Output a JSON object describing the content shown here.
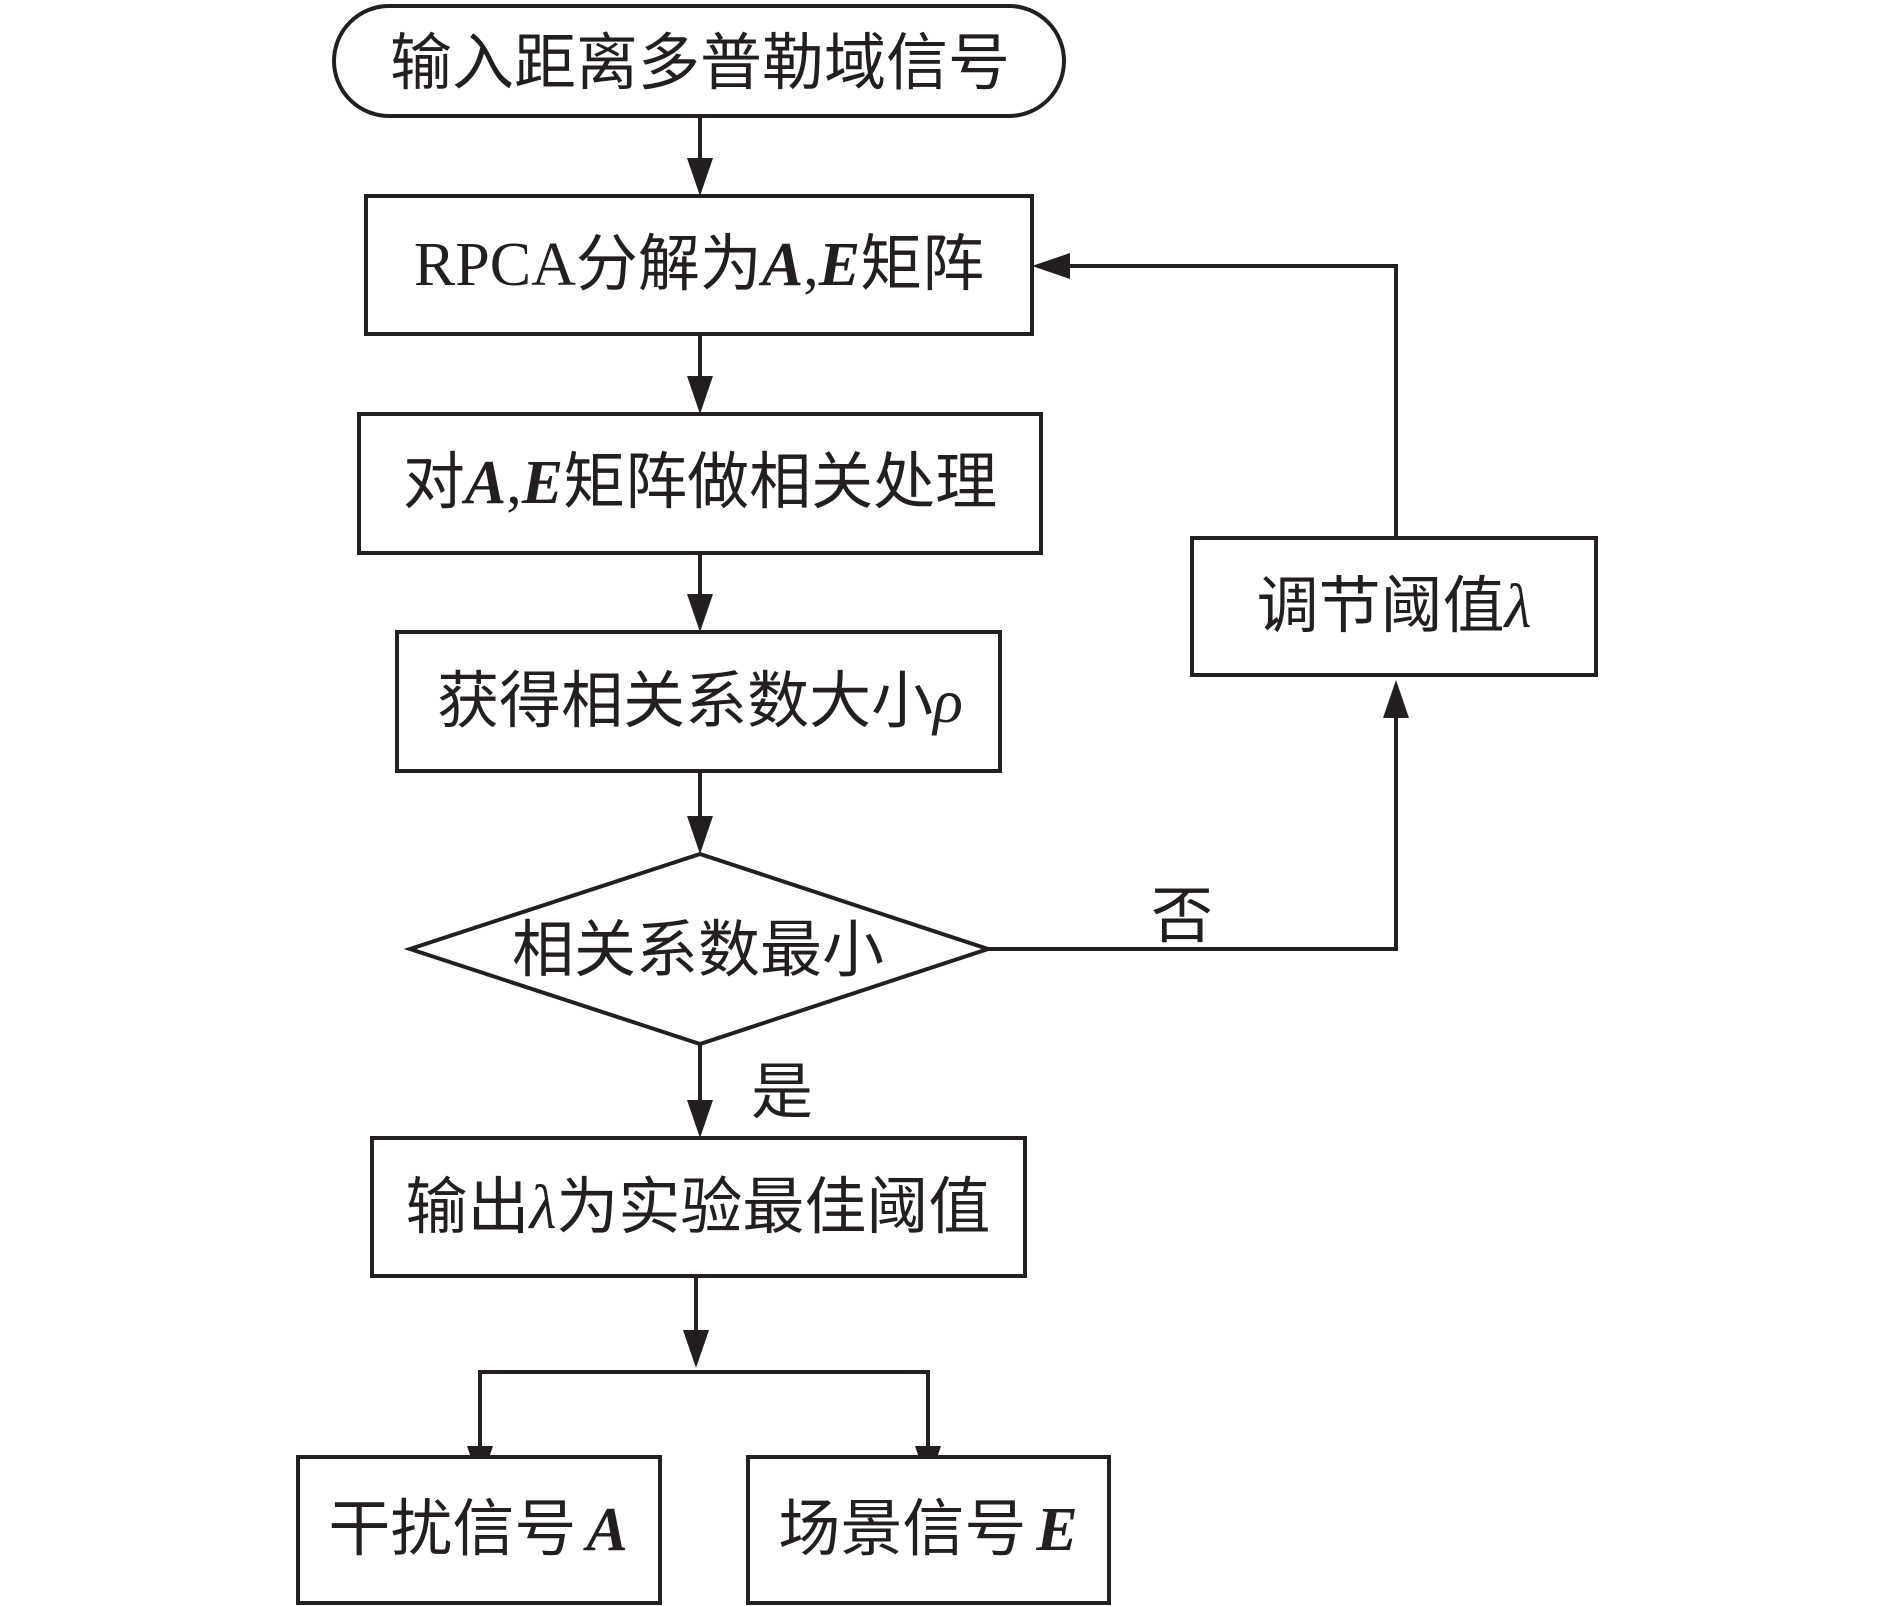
{
  "nodes": {
    "start": {
      "text": "输入距离多普勒域信号"
    },
    "rpca": {
      "pre": "RPCA分解为",
      "var_a": "A",
      "comma": ",",
      "var_e": "E",
      "post": "矩阵"
    },
    "corr": {
      "pre": "对",
      "var_a": "A",
      "comma": ",",
      "var_e": "E",
      "post": "矩阵做相关处理"
    },
    "coef": {
      "pre": "获得相关系数大小",
      "sym": "ρ"
    },
    "decision": {
      "text": "相关系数最小"
    },
    "adjust": {
      "pre": "调节阈值",
      "sym": "λ"
    },
    "output": {
      "pre": "输出",
      "sym": "λ",
      "post": "为实验最佳阈值"
    },
    "interference": {
      "pre": "干扰信号",
      "var": "A"
    },
    "scene": {
      "pre": "场景信号",
      "var": "E"
    }
  },
  "edges": {
    "no_label": "否",
    "yes_label": "是"
  },
  "colors": {
    "stroke": "#231f20",
    "fill": "#ffffff"
  }
}
